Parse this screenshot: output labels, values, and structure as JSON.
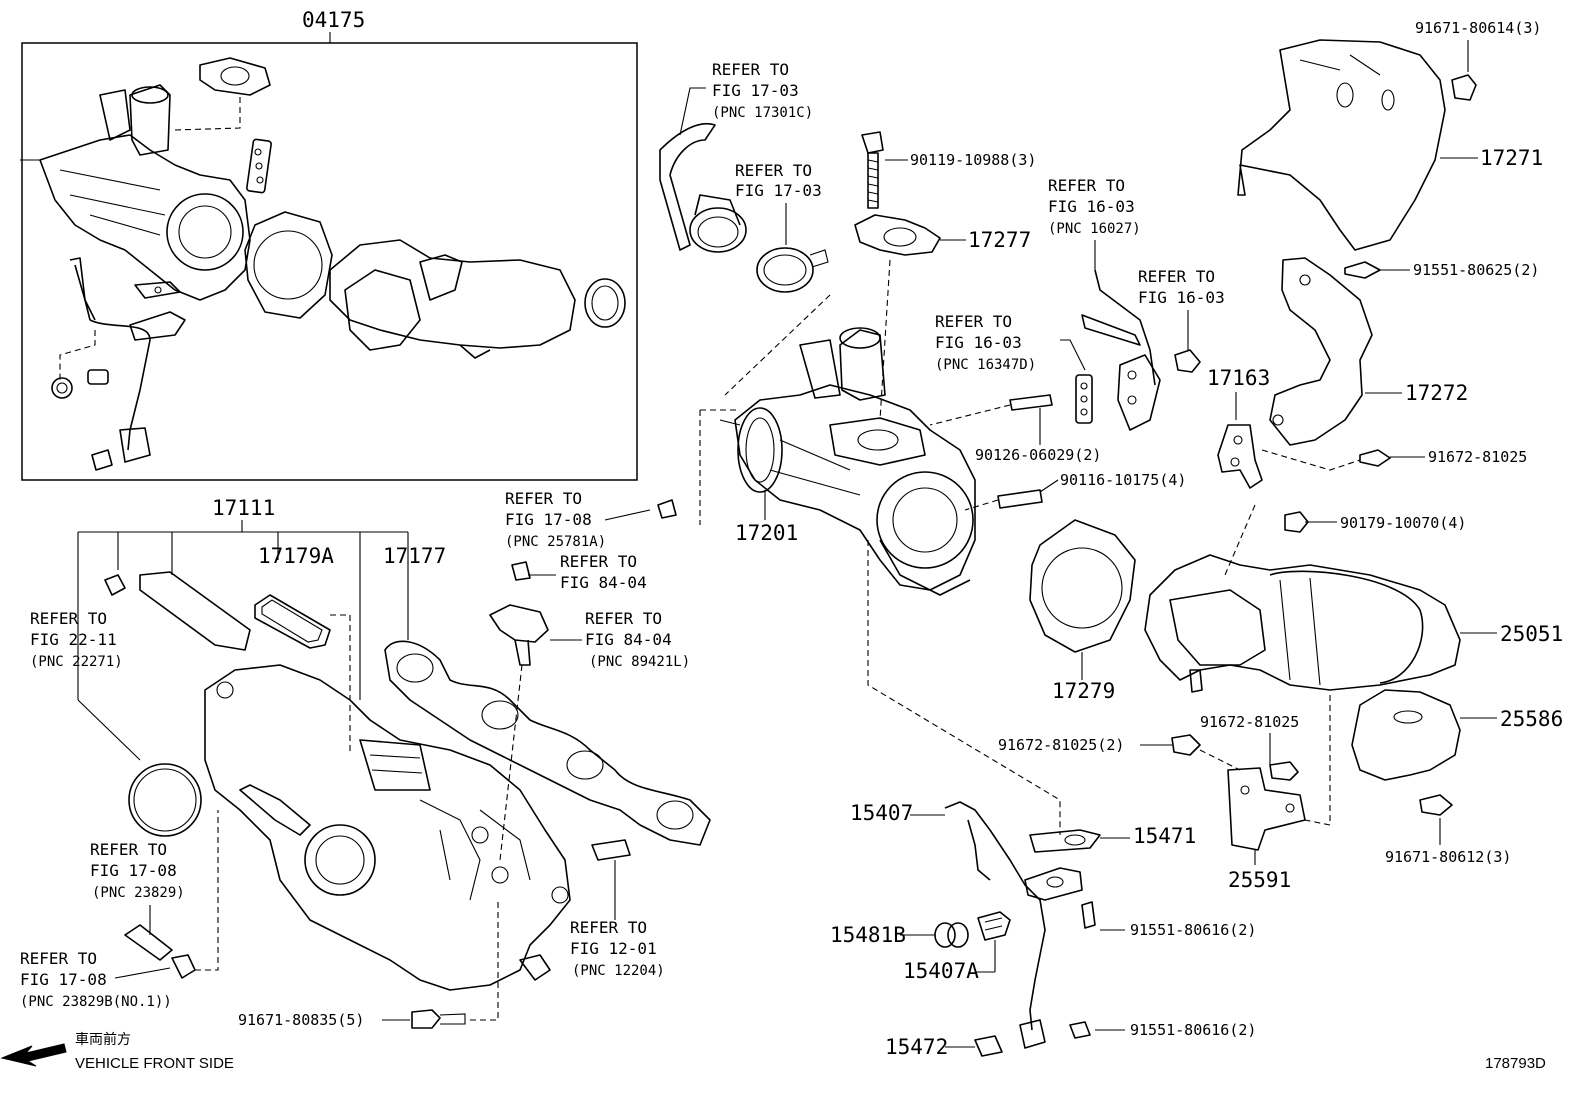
{
  "diagram_code": "178793D",
  "direction": {
    "japanese": "車両前方",
    "english": "VEHICLE FRONT SIDE",
    "arrow_icon": "left-arrow-icon"
  },
  "parts": {
    "p04175": "04175",
    "p17111": "17111",
    "p17179A": "17179A",
    "p17177": "17177",
    "p17201": "17201",
    "p17277": "17277",
    "p17271": "17271",
    "p17272": "17272",
    "p17163": "17163",
    "p17279": "17279",
    "p25051": "25051",
    "p25586": "25586",
    "p25591": "25591",
    "p15407": "15407",
    "p15471": "15471",
    "p15481B": "15481B",
    "p15407A": "15407A",
    "p15472": "15472"
  },
  "fasteners": {
    "f1": "91671-80614(3)",
    "f2": "90119-10988(3)",
    "f3": "91551-80625(2)",
    "f4": "90126-06029(2)",
    "f5": "90116-10175(4)",
    "f6": "91672-81025",
    "f7": "90179-10070(4)",
    "f8": "91672-81025(2)",
    "f9": "91672-81025",
    "f10": "91671-80612(3)",
    "f11": "91551-80616(2)",
    "f12": "91551-80616(2)",
    "f13": "91671-80835(5)"
  },
  "refs": {
    "r1": {
      "l1": "REFER TO",
      "l2": "FIG 17-03",
      "l3": "(PNC 17301C)"
    },
    "r2": {
      "l1": "REFER TO",
      "l2": "FIG 17-03"
    },
    "r3": {
      "l1": "REFER TO",
      "l2": "FIG 16-03",
      "l3": "(PNC 16027)"
    },
    "r4": {
      "l1": "REFER TO",
      "l2": "FIG 16-03"
    },
    "r5": {
      "l1": "REFER TO",
      "l2": "FIG 16-03",
      "l3": "(PNC 16347D)"
    },
    "r6": {
      "l1": "REFER TO",
      "l2": "FIG 17-08",
      "l3": "(PNC 25781A)"
    },
    "r7": {
      "l1": "REFER TO",
      "l2": "FIG 84-04"
    },
    "r8": {
      "l1": "REFER TO",
      "l2": "FIG 84-04",
      "l3": "(PNC 89421L)"
    },
    "r9": {
      "l1": "REFER TO",
      "l2": "FIG 22-11",
      "l3": "(PNC 22271)"
    },
    "r10": {
      "l1": "REFER TO",
      "l2": "FIG 17-08",
      "l3": "(PNC 23829)"
    },
    "r11": {
      "l1": "REFER TO",
      "l2": "FIG 17-08",
      "l3": "(PNC 23829B(NO.1))"
    },
    "r12": {
      "l1": "REFER TO",
      "l2": "FIG 12-01",
      "l3": "(PNC 12204)"
    }
  }
}
